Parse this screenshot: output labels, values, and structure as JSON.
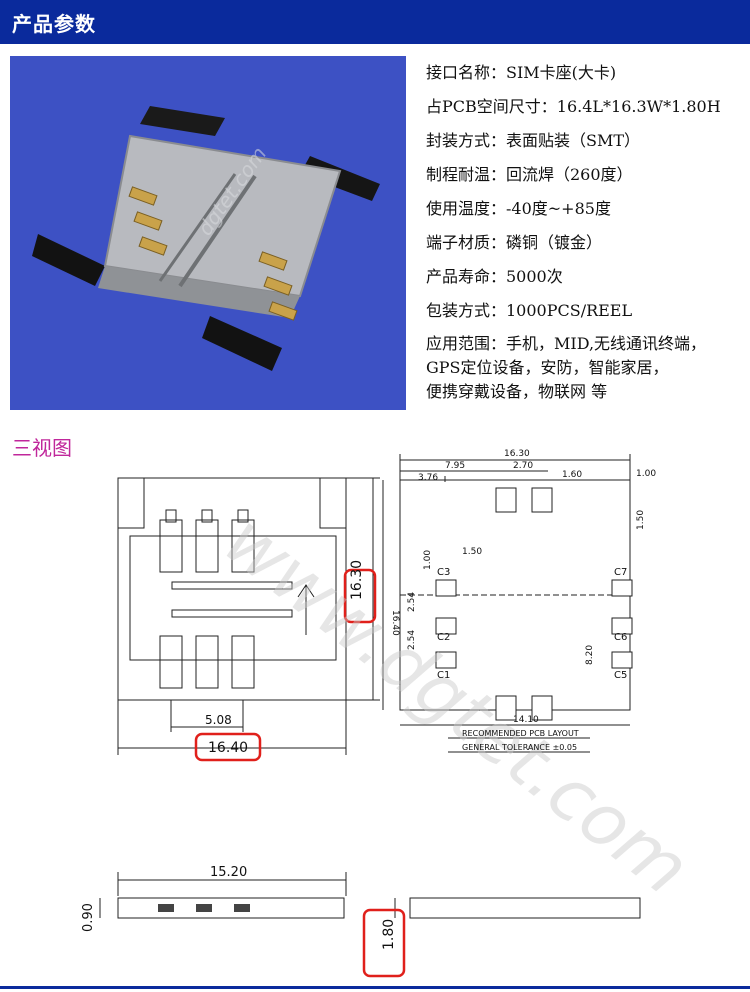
{
  "header": {
    "title": "产品参数"
  },
  "specs": [
    "接口名称：SIM卡座(大卡)",
    "占PCB空间尺寸：16.4L*16.3W*1.80H",
    "封装方式：表面贴装（SMT）",
    "制程耐温：回流焊（260度）",
    "使用温度：-40度~+85度",
    "端子材质：磷铜（镀金）",
    "产品寿命：5000次",
    "包装方式：1000PCS/REEL"
  ],
  "application": {
    "line1": "应用范围：手机，MID,无线通讯终端，",
    "line2": "GPS定位设备，安防，智能家居，",
    "line3": "便携穿戴设备，物联网 等"
  },
  "section": {
    "title": "三视图"
  },
  "photo": {
    "watermark": "dgtet.com"
  },
  "drawing": {
    "watermark": "www.dgtet.com",
    "top_view": {
      "dim_width": "16.40",
      "dim_height": "16.30",
      "dim_pitch": "5.08"
    },
    "side_view": {
      "dim_length": "15.20",
      "dim_height": "0.90"
    },
    "end_view": {
      "dim_height": "1.80"
    },
    "pcb_layout": {
      "dim_overall": "16.30",
      "dim_a": "7.95",
      "dim_b": "2.70",
      "dim_c": "1.60",
      "dim_d": "3.76",
      "dim_e": "1.00",
      "dim_f": "1.50",
      "dim_g": "1.50",
      "dim_h": "1.00",
      "dim_i": "2.54",
      "dim_j": "2.54",
      "dim_k": "16.40",
      "dim_l": "8.20",
      "dim_m": "14.10",
      "label_c1": "C1",
      "label_c2": "C2",
      "label_c3": "C3",
      "label_c5": "C5",
      "label_c6": "C6",
      "label_c7": "C7",
      "caption1": "RECOMMENDED PCB LAYOUT",
      "caption2": "GENERAL TOLERANCE ±0.05"
    }
  },
  "colors": {
    "header_blue": "#0a2a9c",
    "section_magenta": "#c0279b",
    "highlight_red": "#e0201b",
    "photo_blue": "#3d51c4"
  }
}
